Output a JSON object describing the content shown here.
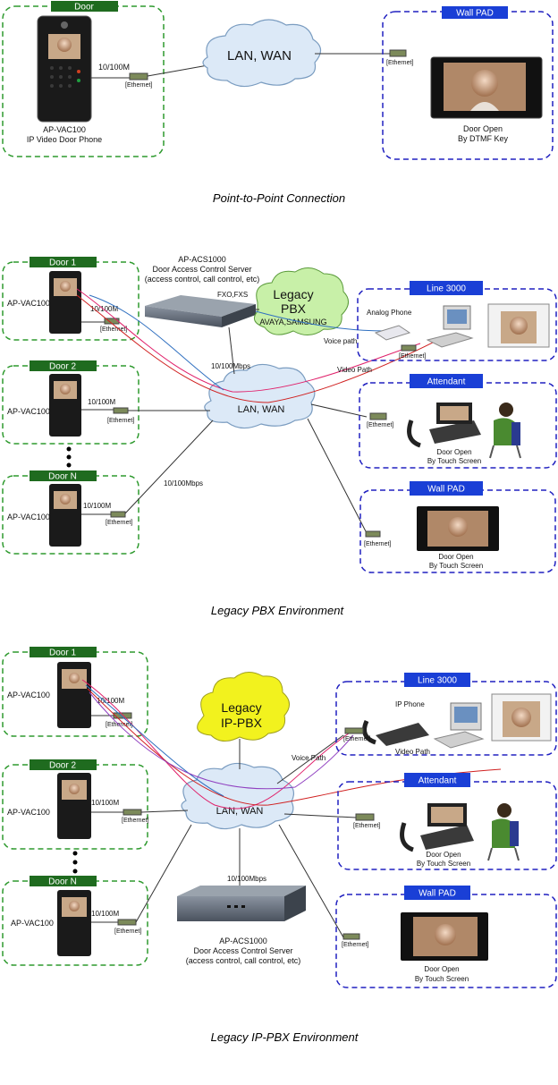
{
  "diagram_1": {
    "caption": "Point-to-Point Connection",
    "door_group_title": "Door",
    "door_model": "AP-VAC100",
    "door_desc": "IP Video Door Phone",
    "door_link_speed": "10/100M",
    "door_ethernet": "[Ethernet]",
    "cloud": "LAN, WAN",
    "wallpad_title": "Wall PAD",
    "wallpad_ethernet": "[Ethernet]",
    "wallpad_note_1": "Door Open",
    "wallpad_note_2": "By DTMF  Key"
  },
  "diagram_2": {
    "caption": "Legacy PBX Environment",
    "doors": [
      {
        "title": "Door 1",
        "model": "AP-VAC100",
        "speed": "10/100M",
        "ethernet": "[Ethernet]"
      },
      {
        "title": "Door 2",
        "model": "AP-VAC100",
        "speed": "10/100M",
        "ethernet": "[Ethernet]"
      },
      {
        "title": "Door N",
        "model": "AP-VAC100",
        "speed": "10/100M",
        "ethernet": "[Ethernet]"
      }
    ],
    "server_model": "AP-ACS1000",
    "server_desc": "Door Access Control Server",
    "server_detail": "(access control, call control, etc)",
    "fxo_fxs": "FXO,FXS",
    "pbx_line1": "Legacy",
    "pbx_line2": "PBX",
    "pbx_vendors": "AVAYA,SAMSUNG",
    "voice_path": "Voice path",
    "video_path": "Video Path",
    "uplink_speed": "10/100Mbps",
    "doorn_uplink_speed": "10/100Mbps",
    "cloud": "LAN, WAN",
    "line3000_title": "Line 3000",
    "analog_phone": "Analog Phone",
    "line3000_ethernet": "[Ethernet]",
    "attendant_title": "Attendant",
    "attendant_ethernet": "[Ethernet]",
    "attendant_note_1": "Door Open",
    "attendant_note_2": "By Touch Screen",
    "wallpad_title": "Wall PAD",
    "wallpad_ethernet": "[Ethernet]",
    "wallpad_note_1": "Door Open",
    "wallpad_note_2": "By Touch Screen"
  },
  "diagram_3": {
    "caption": "Legacy IP-PBX Environment",
    "doors": [
      {
        "title": "Door 1",
        "model": "AP-VAC100",
        "speed": "10/100M",
        "ethernet": "[Ethernet]"
      },
      {
        "title": "Door 2",
        "model": "AP-VAC100",
        "speed": "10/100M",
        "ethernet": "[Ethernet]"
      },
      {
        "title": "Door N",
        "model": "AP-VAC100",
        "speed": "10/100M",
        "ethernet": "[Ethernet]"
      }
    ],
    "pbx_line1": "Legacy",
    "pbx_line2": "IP-PBX",
    "cloud": "LAN, WAN",
    "voice_path": "Voice Path",
    "video_path": "Video Path",
    "uplink_speed": "10/100Mbps",
    "server_model": "AP-ACS1000",
    "server_desc": "Door Access Control Server",
    "server_detail": "(access control, call control, etc)",
    "line3000_title": "Line 3000",
    "ip_phone": "IP Phone",
    "line3000_ethernet": "[Ethernet]",
    "attendant_title": "Attendant",
    "attendant_ethernet": "[Ethernet]",
    "attendant_note_1": "Door Open",
    "attendant_note_2": "By Touch Screen",
    "wallpad_title": "Wall PAD",
    "wallpad_ethernet": "[Ethernet]",
    "wallpad_note_1": "Door Open",
    "wallpad_note_2": "By Touch Screen"
  },
  "colors": {
    "door_group_border": "#2e9a2e",
    "door_group_tag": "#1f6b1f",
    "endpoint_group_border": "#2020c0",
    "endpoint_group_tag": "#1a3fd6",
    "cloud_fill": "#dce9f7",
    "pbx_cloud_green": "#c8f0a8",
    "pbx_cloud_yellow": "#f2f21e",
    "video_path": "#e0206a",
    "voice_path": "#3070c0",
    "red_path": "#d02020"
  }
}
